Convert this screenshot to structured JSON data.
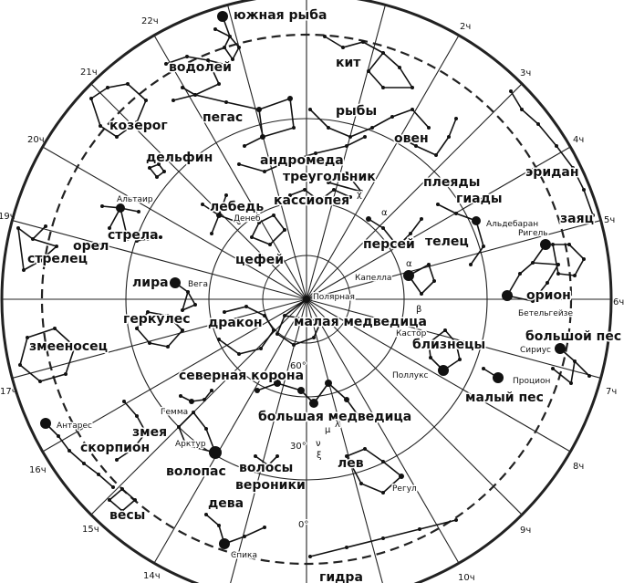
{
  "hour_labels": [
    "22ч",
    "2ч",
    "21ч",
    "3ч",
    "20ч",
    "4ч",
    "19ч",
    "5ч",
    "6ч",
    "17ч",
    "7ч",
    "16ч",
    "8ч",
    "15ч",
    "9ч",
    "14ч",
    "10ч"
  ],
  "declination_labels": [
    "60°",
    "30°",
    "0°"
  ],
  "constellations": [
    "южная рыба",
    "водолей",
    "кит",
    "козерог",
    "пегас",
    "рыбы",
    "овен",
    "дельфин",
    "андромеда",
    "треугольник",
    "эридан",
    "плеяды",
    "гиады",
    "лебедь",
    "кассиопея",
    "заяц",
    "альтаир",
    "стрела",
    "орел",
    "стрелец",
    "цефей",
    "персей",
    "телец",
    "лира",
    "орион",
    "геркулес",
    "дракон",
    "малая медведица",
    "змееносец",
    "большой пес",
    "близнецы",
    "северная корона",
    "малый пес",
    "большая медведица",
    "змея",
    "скорпион",
    "волопас",
    "волосы",
    "вероники",
    "лев",
    "весы",
    "дева",
    "гидра"
  ],
  "stars": [
    "Альтаир",
    "Денеб",
    "Вега",
    "Капелла",
    "Полярная",
    "Альдебаран",
    "Ригель",
    "Бетельгейзе",
    "Кастор",
    "Поллукс",
    "Сириус",
    "Процион",
    "Гемма",
    "Арктур",
    "Антарес",
    "Регул",
    "Спика"
  ],
  "greek": [
    "χ",
    "α",
    "α",
    "β",
    "μ",
    "λ",
    "ν",
    "ξ"
  ]
}
